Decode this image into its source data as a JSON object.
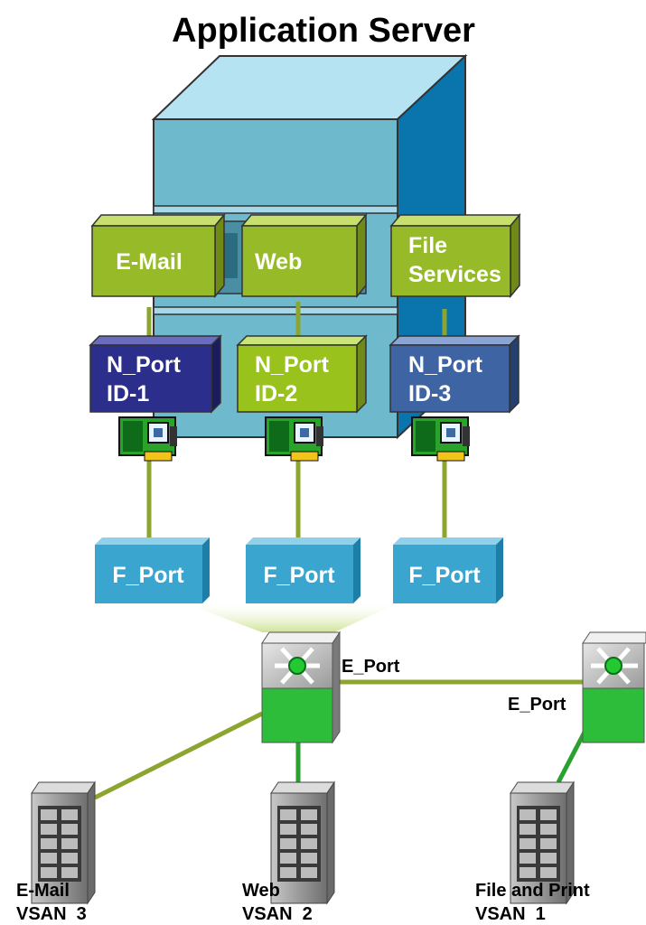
{
  "title": "Application Server",
  "apps": [
    {
      "line1": "E-Mail",
      "line2": ""
    },
    {
      "line1": "Web",
      "line2": ""
    },
    {
      "line1": "File",
      "line2": "Services"
    }
  ],
  "nports": [
    {
      "line1": "N_Port",
      "line2": "ID-1",
      "color": "#2b2e8a"
    },
    {
      "line1": "N_Port",
      "line2": "ID-2",
      "color": "#99c21c"
    },
    {
      "line1": "N_Port",
      "line2": "ID-3",
      "color": "#3f64a3"
    }
  ],
  "fports": [
    "F_Port",
    "F_Port",
    "F_Port"
  ],
  "eport_labels": [
    "E_Port",
    "E_Port"
  ],
  "storage": [
    {
      "name": "E-Mail",
      "vsan": "VSAN  3"
    },
    {
      "name": "Web",
      "vsan": "VSAN  2"
    },
    {
      "name": "File and Print",
      "vsan": "VSAN  1"
    }
  ],
  "colors": {
    "link": "#8ca52e",
    "server_front": "#6fb9cc",
    "server_top": "#b6e3f2",
    "server_side": "#0a74ad",
    "app_box": "#97bb28",
    "fport_box": "#3aa6d0",
    "switch_green": "#2ebd3a"
  }
}
